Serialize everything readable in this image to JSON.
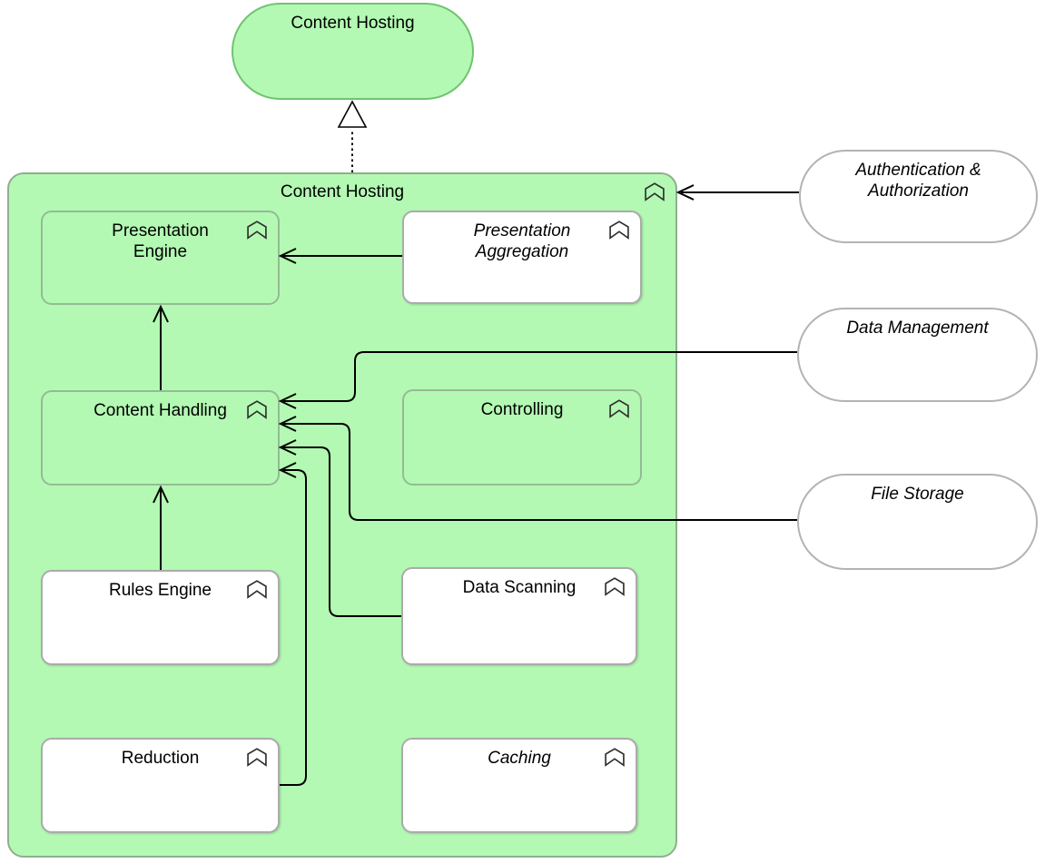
{
  "diagram": {
    "type": "archimate-capability-diagram",
    "colors": {
      "capability_green_fill": "#b3f9b3",
      "green_stadium_border": "#70c370",
      "container_border": "#8fae8f",
      "green_box_border": "#94bb94",
      "white_box_border": "#ababab",
      "connector": "#000000",
      "text": "#000000"
    },
    "icons": {
      "function_icon": "archimate-function-chevron"
    },
    "nodes": {
      "top_capability": {
        "lines": [
          "Content Hosting"
        ],
        "style": "green-stadium"
      },
      "container": {
        "lines": [
          "Content Hosting"
        ],
        "style": "green-container"
      },
      "presentation_engine": {
        "lines": [
          "Presentation",
          "Engine"
        ],
        "style": "green-box"
      },
      "presentation_aggregation": {
        "lines": [
          "Presentation",
          "Aggregation"
        ],
        "style": "white-box-italic"
      },
      "content_handling": {
        "lines": [
          "Content Handling"
        ],
        "style": "green-box"
      },
      "controlling": {
        "lines": [
          "Controlling"
        ],
        "style": "green-box"
      },
      "rules_engine": {
        "lines": [
          "Rules Engine"
        ],
        "style": "white-box"
      },
      "data_scanning": {
        "lines": [
          "Data Scanning"
        ],
        "style": "white-box"
      },
      "reduction": {
        "lines": [
          "Reduction"
        ],
        "style": "white-box"
      },
      "caching": {
        "lines": [
          "Caching"
        ],
        "style": "white-box-italic"
      },
      "authentication_authorization": {
        "lines": [
          "Authentication &",
          "Authorization"
        ],
        "style": "white-stadium-italic"
      },
      "data_management": {
        "lines": [
          "Data Management"
        ],
        "style": "white-stadium-italic"
      },
      "file_storage": {
        "lines": [
          "File Storage"
        ],
        "style": "white-stadium-italic"
      }
    },
    "edges": [
      {
        "from": "container",
        "to": "top_capability",
        "type": "realization-dotted-hollow-triangle"
      },
      {
        "from": "presentation_aggregation",
        "to": "presentation_engine",
        "type": "open-arrow"
      },
      {
        "from": "content_handling",
        "to": "presentation_engine",
        "type": "open-arrow"
      },
      {
        "from": "rules_engine",
        "to": "content_handling",
        "type": "open-arrow"
      },
      {
        "from": "authentication_authorization",
        "to": "container",
        "type": "open-arrow"
      },
      {
        "from": "data_management",
        "to": "content_handling",
        "type": "open-arrow"
      },
      {
        "from": "file_storage",
        "to": "content_handling",
        "type": "open-arrow"
      },
      {
        "from": "data_scanning",
        "to": "content_handling",
        "type": "open-arrow"
      },
      {
        "from": "reduction",
        "to": "content_handling",
        "type": "open-arrow"
      }
    ]
  }
}
